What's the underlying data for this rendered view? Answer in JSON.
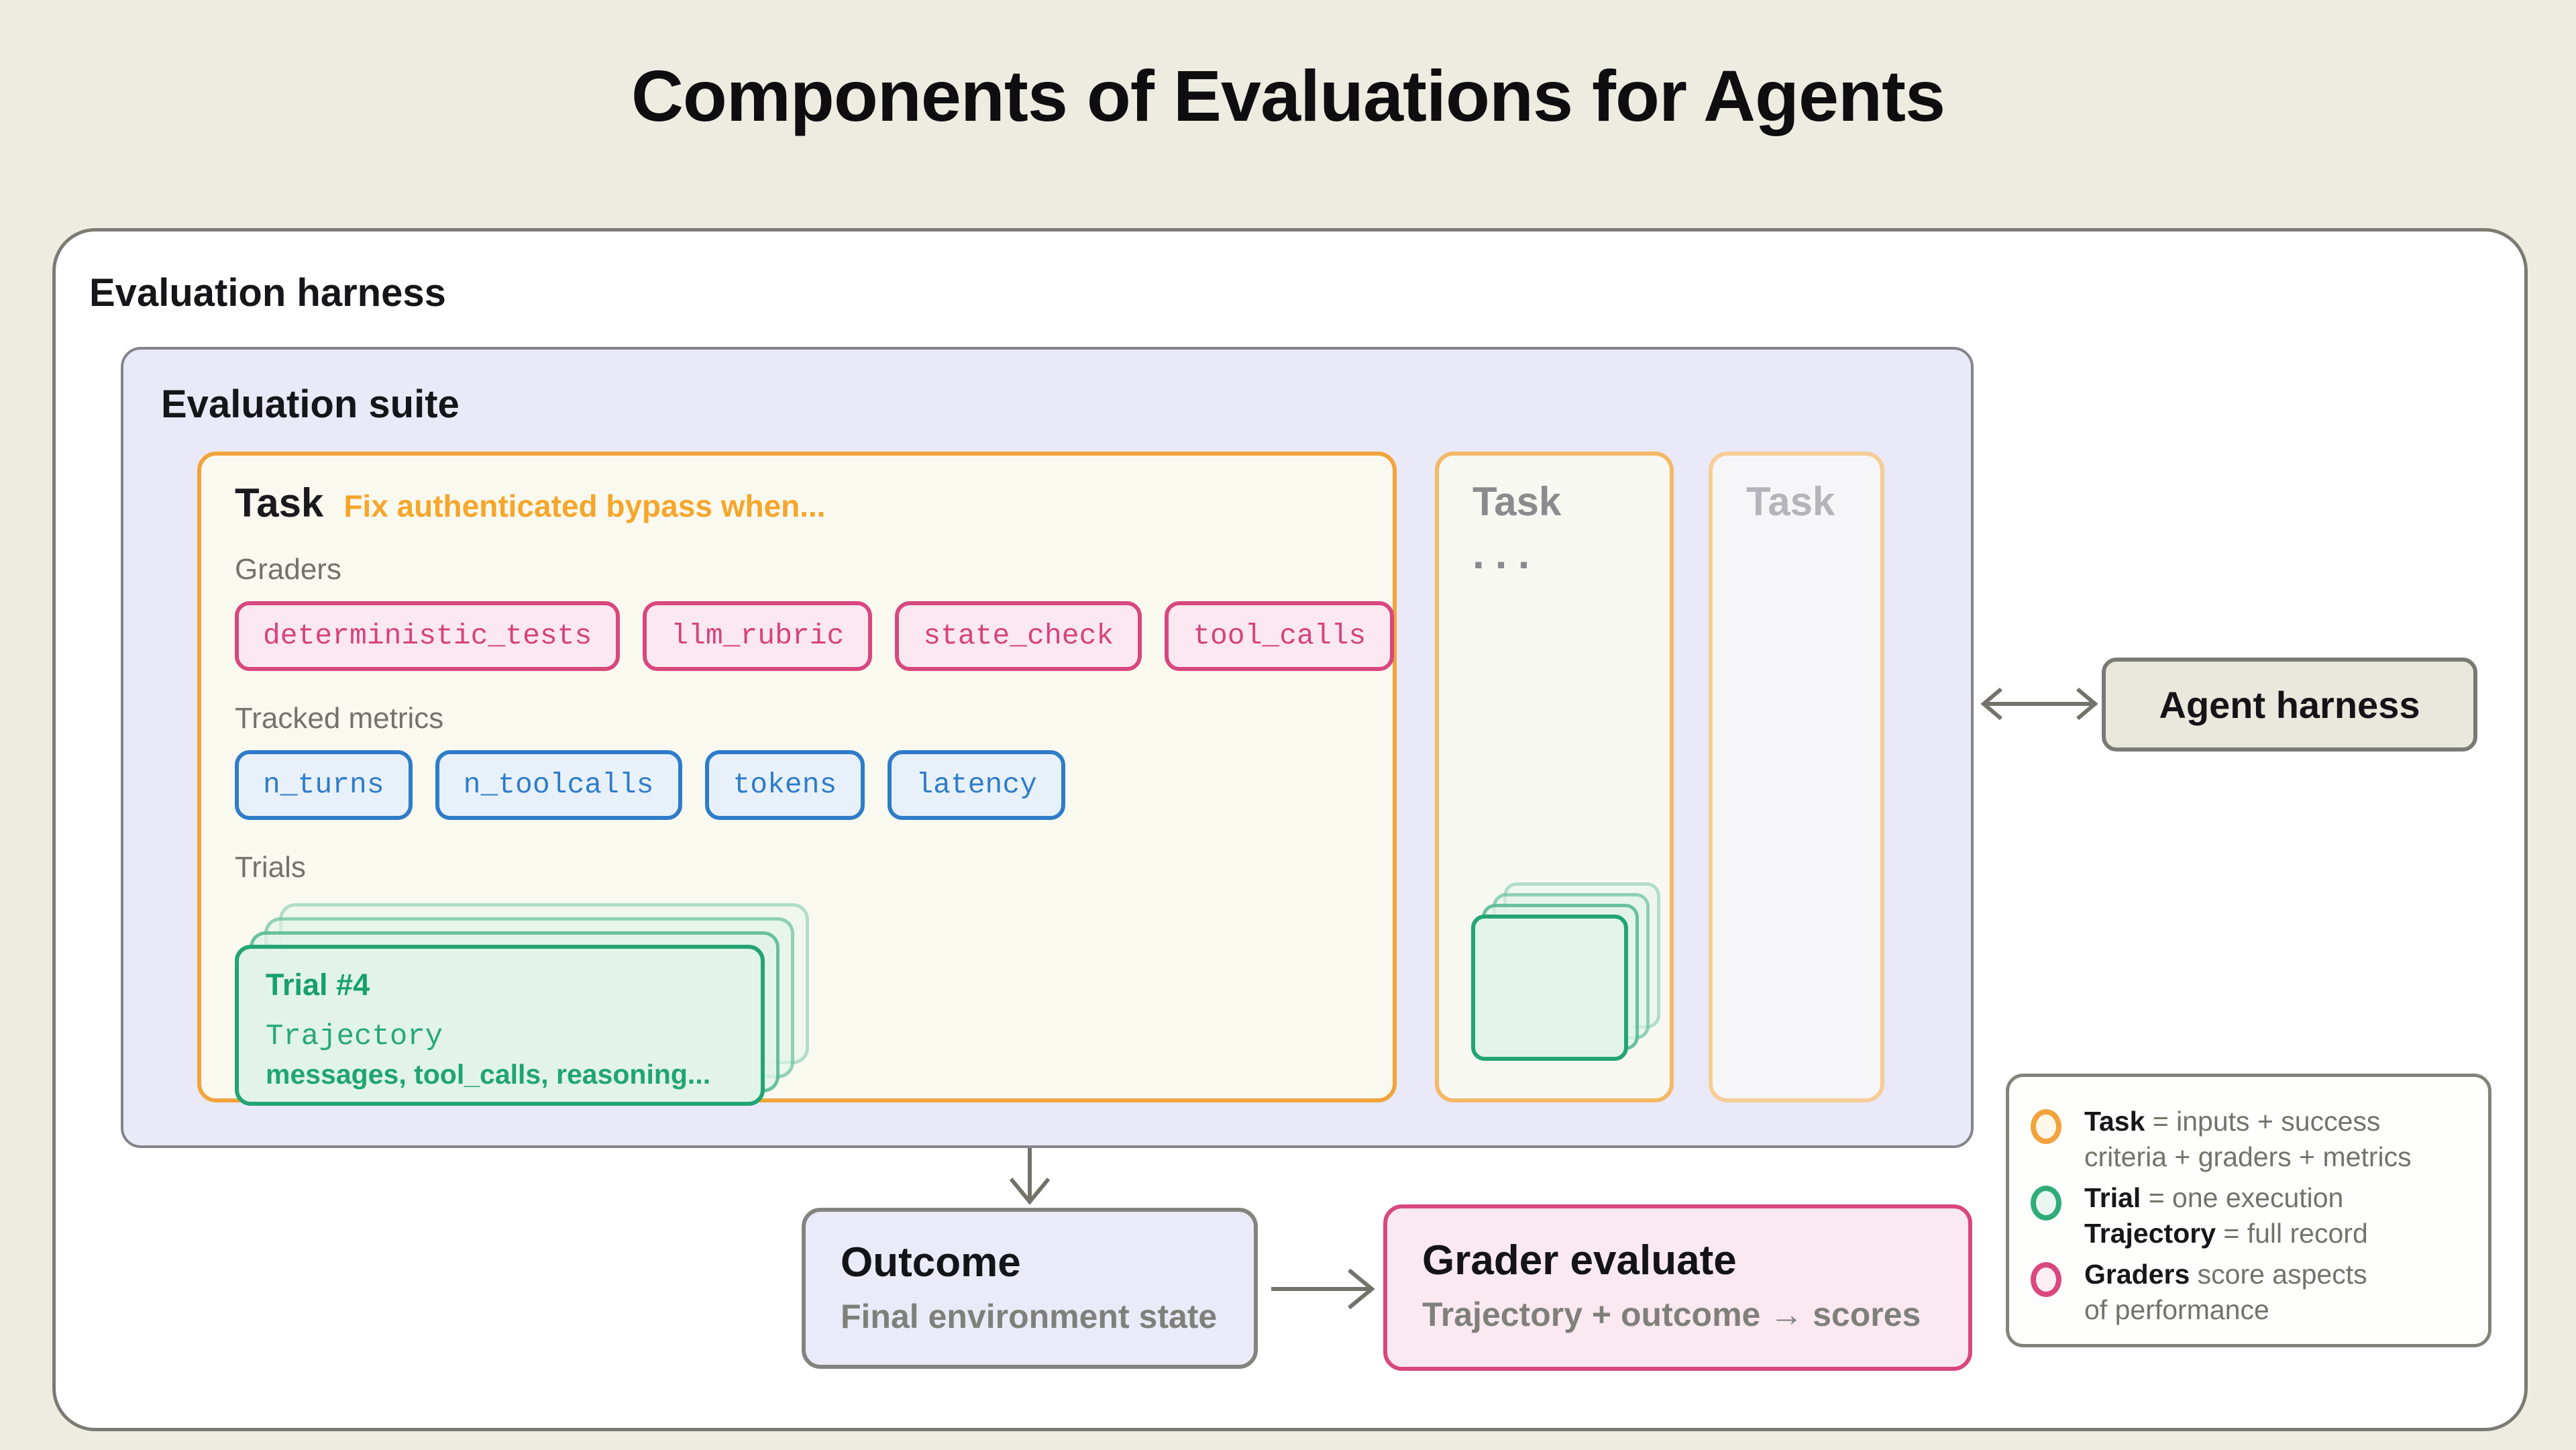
{
  "title": "Components of Evaluations for Agents",
  "harness": {
    "label": "Evaluation harness"
  },
  "suite": {
    "label": "Evaluation suite"
  },
  "task_primary": {
    "label": "Task",
    "description": "Fix authenticated bypass when...",
    "graders_label": "Graders",
    "graders": [
      "deterministic_tests",
      "llm_rubric",
      "state_check",
      "tool_calls"
    ],
    "metrics_label": "Tracked metrics",
    "metrics": [
      "n_turns",
      "n_toolcalls",
      "tokens",
      "latency"
    ],
    "trials_label": "Trials",
    "trial": {
      "title": "Trial #4",
      "type_label": "Trajectory",
      "contents": "messages, tool_calls, reasoning..."
    }
  },
  "task_secondary": {
    "label": "Task",
    "ellipsis": "..."
  },
  "task_tertiary": {
    "label": "Task"
  },
  "agent": {
    "label": "Agent harness"
  },
  "outcome": {
    "title": "Outcome",
    "subtitle": "Final environment state"
  },
  "grader_evaluate": {
    "title": "Grader evaluate",
    "subtitle": "Trajectory + outcome → scores"
  },
  "legend": {
    "items": [
      {
        "color": "#F2A33C",
        "line1": {
          "term": "Task",
          "rest": " = inputs + success"
        },
        "line2": {
          "term": "",
          "rest": "criteria + graders + metrics"
        }
      },
      {
        "color": "#2FAC78",
        "line1": {
          "term": "Trial",
          "rest": " = one execution"
        },
        "line2": {
          "term": "Trajectory",
          "rest": " = full record"
        }
      },
      {
        "color": "#D9487E",
        "line1": {
          "term": "Graders",
          "rest": " score aspects"
        },
        "line2": {
          "term": "",
          "rest": "of performance"
        }
      }
    ]
  },
  "colors": {
    "background": "#EDECE0",
    "panel": "#FFFFFF",
    "suite_bg": "#E9E9F8",
    "orange": "#F2A43C",
    "orange_text": "#F5A62B",
    "pink": "#D8477D",
    "pink_bg": "#FBE8F0",
    "blue": "#2E7CC9",
    "blue_bg": "#E8F1FA",
    "green": "#23A573",
    "green_bg": "#E2F3EA",
    "gray_border": "#7B7B74",
    "gray_text": "#73736B",
    "dark_text": "#141418",
    "agent_bg": "#E9E8DC"
  }
}
